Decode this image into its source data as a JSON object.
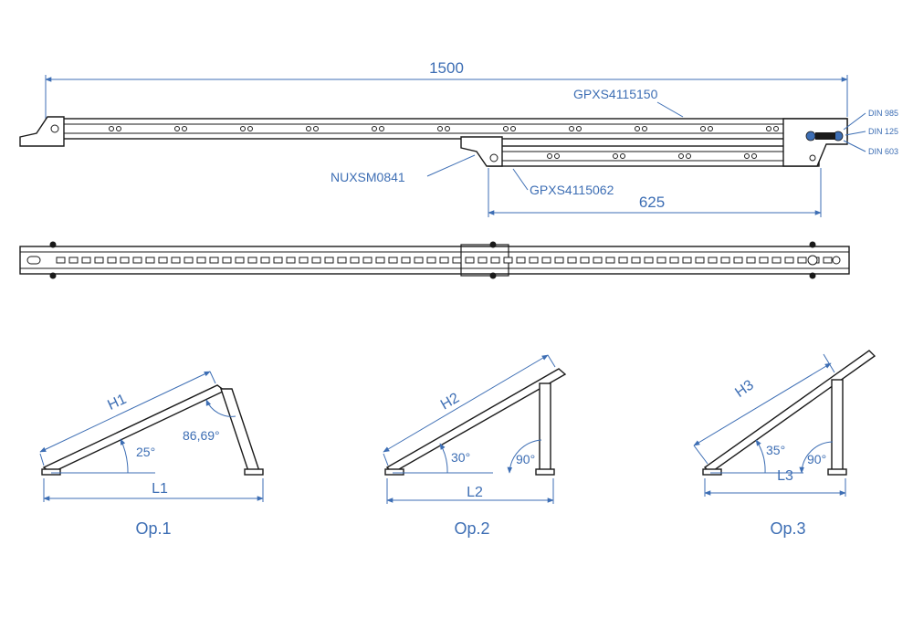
{
  "colors": {
    "dimension": "#3d6eb4",
    "outline": "#1a1a1a",
    "background": "#ffffff"
  },
  "top_view": {
    "length_main": "1500",
    "rail_main_code": "GPXS4115150",
    "hinge_code": "NUXSM0841",
    "rail_short_code": "GPXS4115062",
    "length_short": "625",
    "bolt_label": "DIN 985",
    "washer_label": "DIN 125",
    "nut_label": "DIN 603"
  },
  "options": [
    {
      "name": "Op.1",
      "hyp": "H1",
      "base": "L1",
      "angle_tilt": "25°",
      "angle_support": "86,69°"
    },
    {
      "name": "Op.2",
      "hyp": "H2",
      "base": "L2",
      "angle_tilt": "30°",
      "angle_support": "90°"
    },
    {
      "name": "Op.3",
      "hyp": "H3",
      "base": "L3",
      "angle_tilt": "35°",
      "angle_support": "90°"
    }
  ]
}
